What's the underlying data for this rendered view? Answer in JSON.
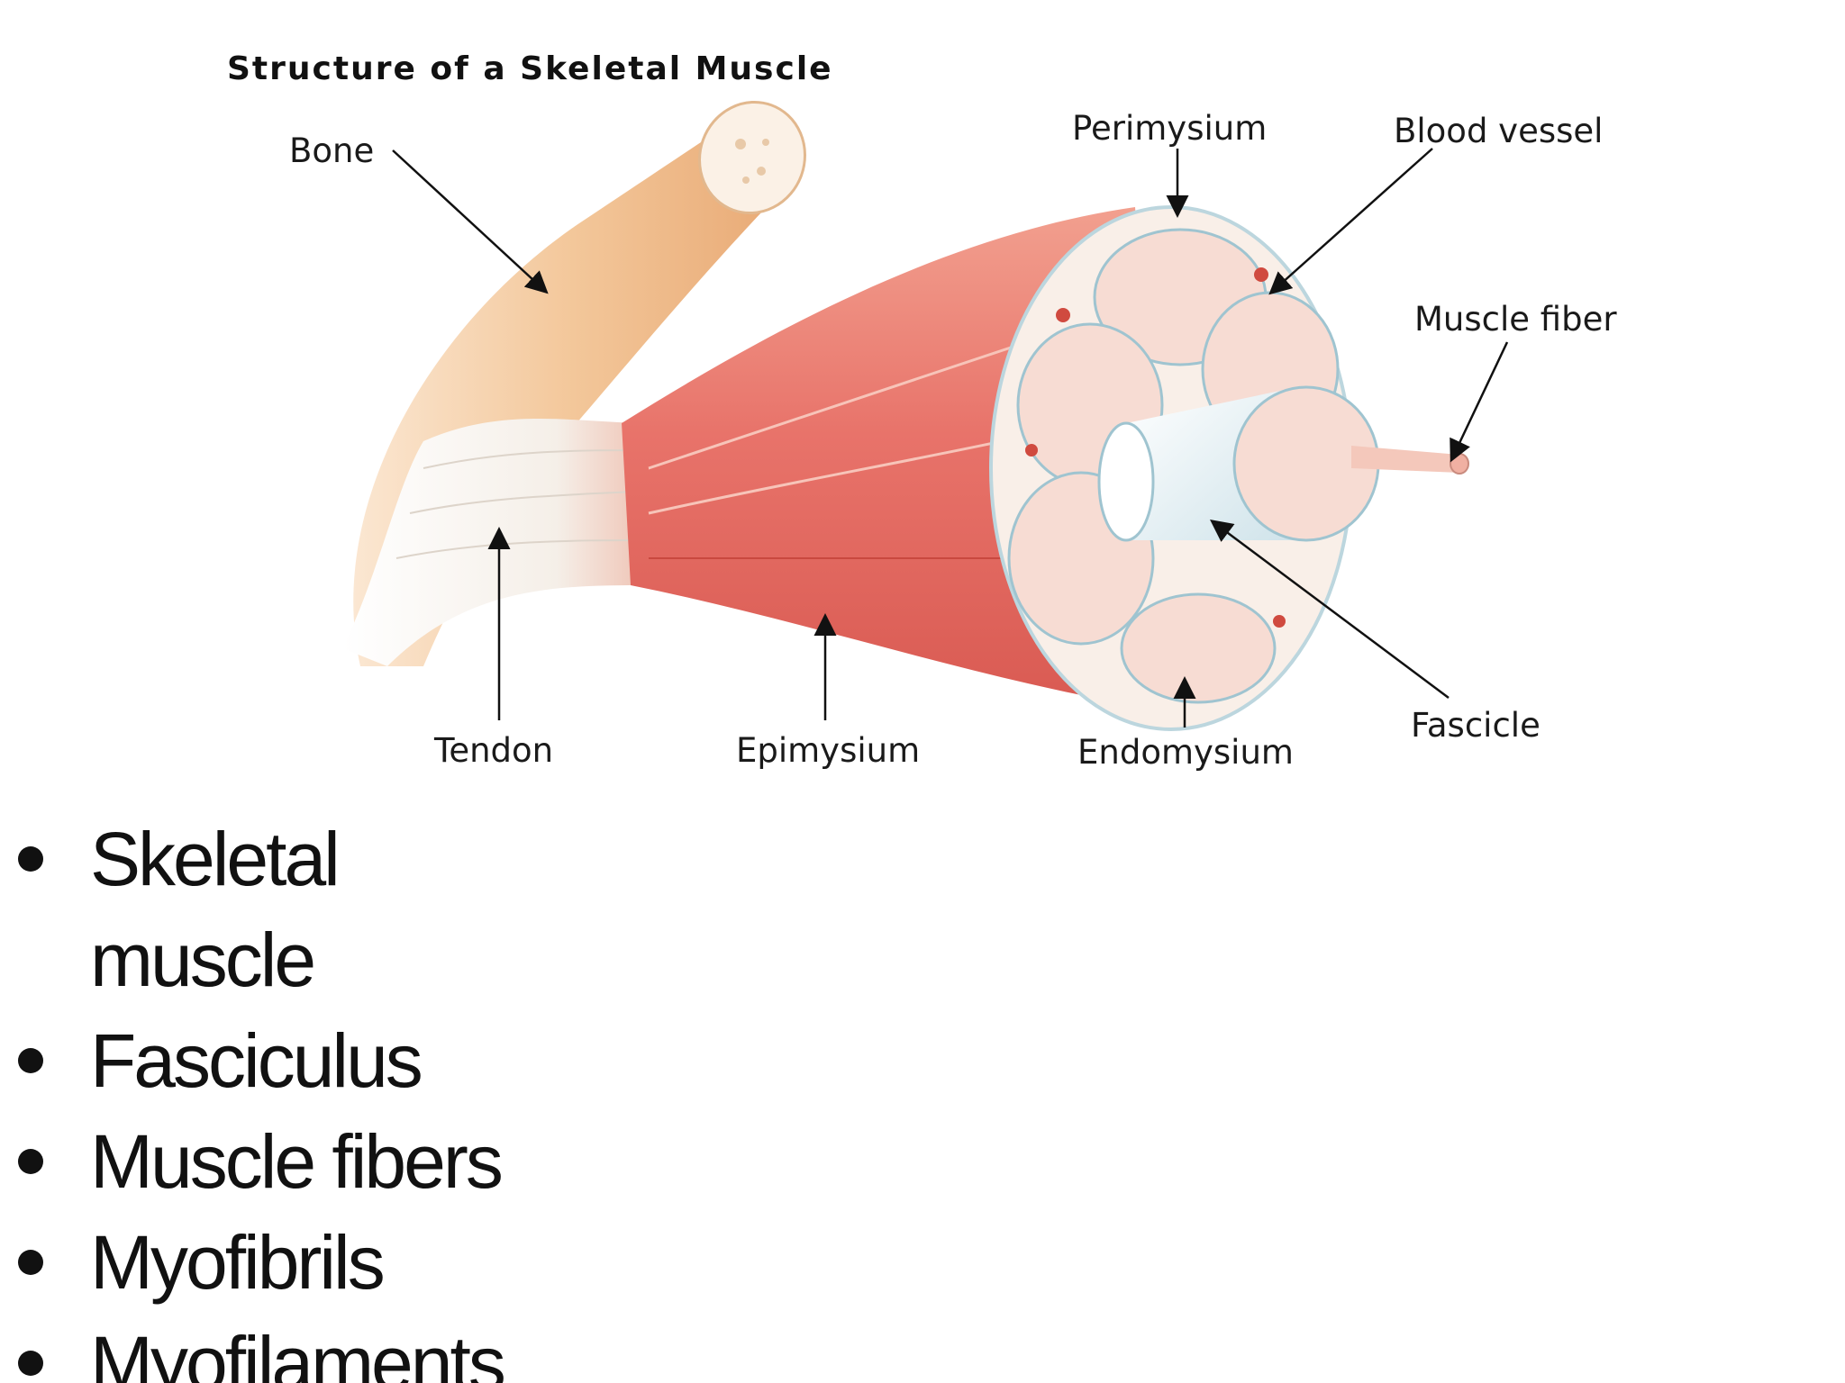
{
  "diagram": {
    "title": "Structure of a Skeletal Muscle",
    "labels": {
      "bone": "Bone",
      "perimysium": "Perimysium",
      "blood_vessel": "Blood vessel",
      "muscle_fiber": "Muscle fiber",
      "tendon": "Tendon",
      "epimysium": "Epimysium",
      "endomysium": "Endomysium",
      "fascicle": "Fascicle"
    },
    "colors": {
      "bone": "#f3c79a",
      "muscle": "#e8736a",
      "tendon": "#f5f0ea",
      "fascicle_fill": "#f7dcd3",
      "sheath": "#cfe3ea"
    }
  },
  "bullets": [
    "Skeletal muscle",
    "Fasciculus",
    "Muscle fibers",
    "Myofibrils",
    "Myofilaments"
  ]
}
